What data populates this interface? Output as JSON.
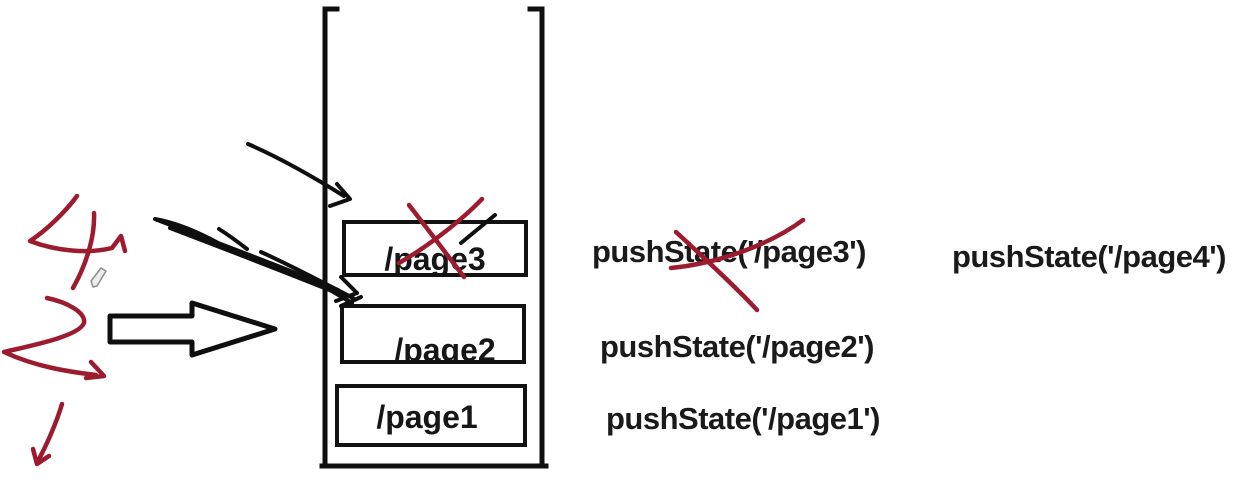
{
  "diagram_type": "browser-history-stack-sketch",
  "colors": {
    "background": "#ffffff",
    "ink_black": "#0f0f0f",
    "marker_red": "#9c1b2e",
    "text_dark": "#1a1a1a"
  },
  "stack": {
    "entries": [
      {
        "label": "/page3",
        "crossed_out": true
      },
      {
        "label": "/page2",
        "crossed_out": false
      },
      {
        "label": "/page1",
        "crossed_out": false
      }
    ]
  },
  "calls": [
    {
      "label": "pushState('/page3')",
      "crossed_out": true
    },
    {
      "label": "pushState('/page2')",
      "crossed_out": false
    },
    {
      "label": "pushState('/page1')",
      "crossed_out": false
    },
    {
      "label": "pushState('/page4')",
      "crossed_out": false
    }
  ],
  "handwriting": {
    "digit_top": "4",
    "digit_bottom": "2"
  },
  "icons": {
    "pencil_cursor": "pencil drawing-tool cursor",
    "block_arrow": "outlined right-pointing arrow",
    "red_cross": "red X cross-out mark"
  }
}
